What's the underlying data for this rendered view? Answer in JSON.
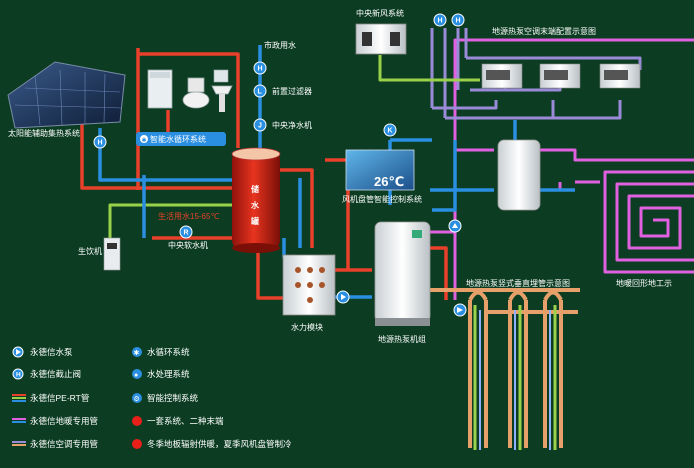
{
  "labels": {
    "solar": "太阳能辅助集热系统",
    "city_water": "市政用水",
    "prefilter": "前置过滤器",
    "central_purifier": "中央净水机",
    "smart_water_circ": "智能水循环系统",
    "tank_char1": "储",
    "tank_char2": "水",
    "tank_char3": "罐",
    "domestic_water": "生活用水15-65℃",
    "softener": "中央软水机",
    "drinker": "生饮机",
    "hydro_module": "水力模块",
    "heat_pump_unit": "地源热泵机组",
    "fresh_air": "中央新风系统",
    "terminal_diagram": "地源热泵空调末端配置示意图",
    "fcu_control": "风机盘管智能控制系统",
    "temp_display": "26℃",
    "floor_coil": "地暖回形地工示",
    "borehole": "地源热泵竖式垂直埋管示意图"
  },
  "legend": [
    {
      "icon": "pump",
      "text": "永德信水泵"
    },
    {
      "icon": "valve",
      "text": "永德信截止阀"
    },
    {
      "icon": "pipe-pert",
      "text": "永德信PE-RT管"
    },
    {
      "icon": "pipe-floor",
      "text": "永德信地暖专用管"
    },
    {
      "icon": "pipe-ac",
      "text": "永德信空调专用管"
    },
    {
      "icon": "snowflake",
      "text": "水循环系统"
    },
    {
      "icon": "droplet",
      "text": "水处理系统"
    },
    {
      "icon": "gear",
      "text": "智能控制系统"
    },
    {
      "icon": "red-dot",
      "text": "一套系统、二种末端"
    },
    {
      "icon": "red-dot",
      "text": "冬季地板辐射供暖，夏季风机盘管制冷"
    }
  ],
  "markers": {
    "valve": "H",
    "purifier": "J",
    "filter": "L",
    "softener": "R",
    "control": "K"
  },
  "colors": {
    "background": "#0c3d22",
    "hot_pipe": "#e8402a",
    "cold_pipe": "#2a8fe0",
    "pert_pipe": "#9ad14b",
    "floor_pipe": "#e060e0",
    "ac_pipe": "#9a8ad8",
    "ground_loop": "#e8a06a",
    "tank": "#cc1f14"
  }
}
